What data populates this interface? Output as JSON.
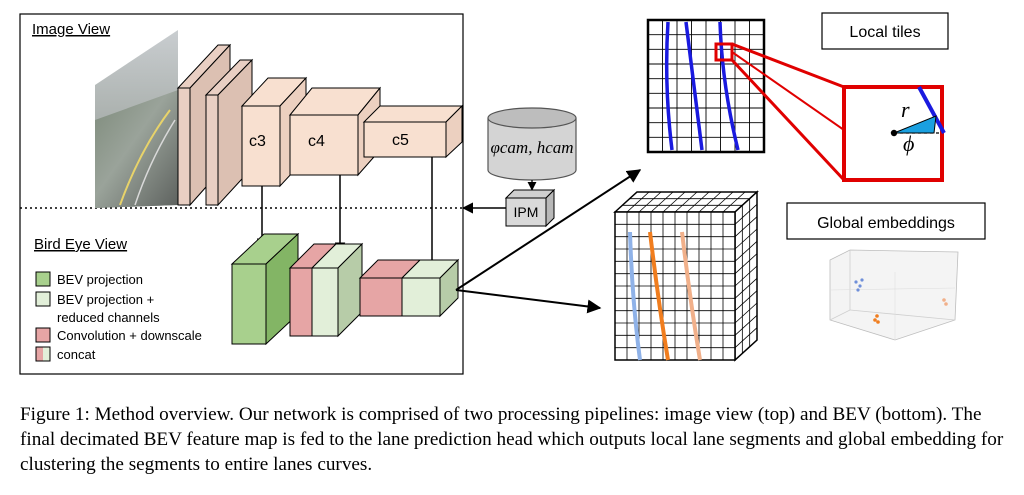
{
  "image_view": {
    "title": "Image View"
  },
  "bird_eye_view": {
    "title": "Bird Eye View"
  },
  "layers": {
    "c3": "c3",
    "c4": "c4",
    "c5": "c5"
  },
  "camera": {
    "params": "φcam, hcam"
  },
  "ipm": {
    "label": "IPM"
  },
  "local_tiles": {
    "label": "Local tiles",
    "r": "r",
    "phi": "ϕ"
  },
  "global_embeddings": {
    "label": "Global embeddings"
  },
  "legend": {
    "items": [
      {
        "label": "BEV projection",
        "color": "#a8d08d"
      },
      {
        "label": "BEV projection +",
        "label2": "reduced channels",
        "color": "#e2efd9"
      },
      {
        "label": "Convolution + downscale",
        "color": "#e6a5a5"
      },
      {
        "label": "concat",
        "color": "#e6a5a5",
        "color2": "#e2efd9"
      }
    ]
  },
  "colors": {
    "feature_block": "#f8e0d0",
    "early_block": "#e9cfc3",
    "bev_green": "#a8d08d",
    "bev_light": "#e2efd9",
    "conv_pink": "#e6a5a5",
    "tile_red": "#e00000",
    "lane_blue": "#1a1adf",
    "lane_orange": "#f07d1e"
  },
  "caption": "Figure 1: Method overview. Our network is comprised of two processing pipelines: image view (top) and BEV (bottom). The final decimated BEV feature map is fed to the lane prediction head which outputs local lane segments and global embedding for clustering the segments to entire lanes curves."
}
